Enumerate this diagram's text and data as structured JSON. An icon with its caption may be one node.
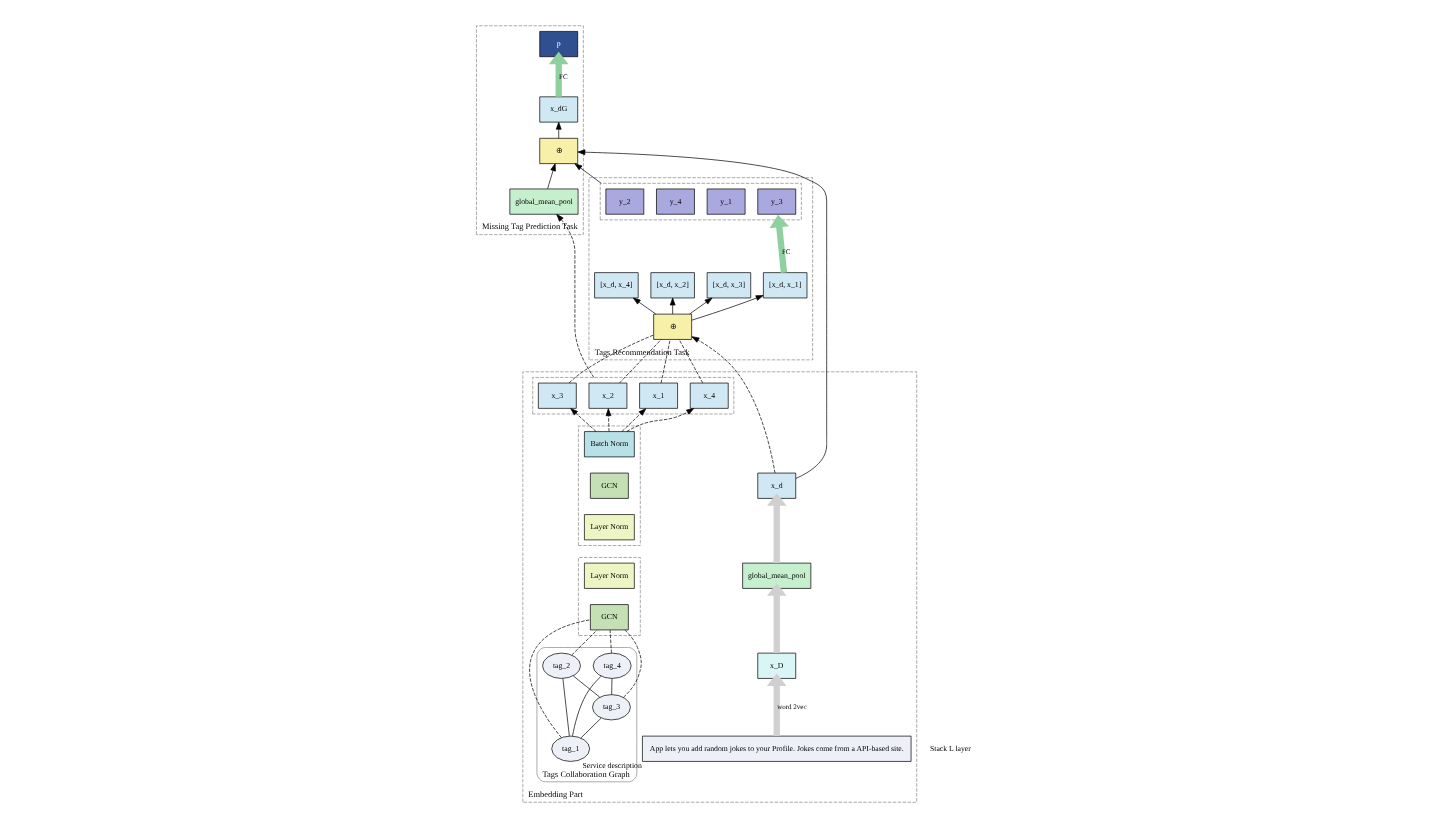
{
  "diagram": {
    "nodes": [
      {
        "text": [
          "Tags Recommendation Task"
        ]
      },
      {
        "text": [],
        "shape": "box",
        "in": 0
      },
      {
        "text": [
          "y_3"
        ],
        "in": 1
      },
      {
        "text": [
          "y_1"
        ],
        "in": 1
      },
      {
        "text": [
          "y_4"
        ],
        "in": 1
      },
      {
        "text": [
          "y_2"
        ],
        "in": 1
      },
      {
        "text": [
          "[x_d, x_3]"
        ],
        "in": 0
      },
      {
        "text": [
          "[x_d, x_1]"
        ],
        "in": 0
      },
      {
        "text": [
          "[x_d, x_4]"
        ],
        "in": 0
      },
      {
        "text": [
          "[x_d, x_2]"
        ],
        "in": 0
      },
      {
        "text": [
          "⊕"
        ],
        "in": 0
      },
      {
        "text": [
          "Missing Tag Prediction Task"
        ]
      },
      {
        "text": [
          "p"
        ],
        "in": 11
      },
      {
        "text": [
          "x_dG"
        ],
        "in": 11
      },
      {
        "text": [
          "⊕"
        ],
        "in": 11
      },
      {
        "text": [
          "global_mean_pool"
        ],
        "in": 11
      },
      {
        "text": [
          "Embedding Part"
        ]
      },
      {
        "text": [],
        "shape": "box",
        "in": 16
      },
      {
        "text": [
          "x_3"
        ],
        "in": 17
      },
      {
        "text": [
          "x_1"
        ],
        "in": 17
      },
      {
        "text": [
          "x_4"
        ],
        "in": 17
      },
      {
        "text": [
          "x_2"
        ],
        "in": 17
      },
      {
        "text": [],
        "shape": "box",
        "in": 16
      },
      {
        "text": [
          "Batch Norm"
        ],
        "in": 22
      },
      {
        "text": [
          "GCN"
        ],
        "in": 22
      },
      {
        "text": [
          "Layer Norm"
        ],
        "in": 22
      },
      {
        "text": [],
        "shape": "box",
        "in": 16
      },
      {
        "text": [
          "Layer Norm"
        ],
        "in": 26
      },
      {
        "text": [
          "GCN"
        ],
        "in": 26
      },
      {
        "text": [
          "Tags Collaboration Graph"
        ],
        "in": 16
      },
      {
        "text": [
          "tag_1"
        ],
        "in": 29
      },
      {
        "text": [
          "tag_2"
        ],
        "in": 29
      },
      {
        "text": [
          "tag_3"
        ],
        "in": 29
      },
      {
        "text": [
          "tag_4"
        ],
        "in": 29
      },
      {
        "text": [
          "x_d"
        ],
        "in": 16
      },
      {
        "text": [
          "global_mean_pool"
        ],
        "in": 16
      },
      {
        "text": [
          "x_D"
        ],
        "in": 16
      },
      {
        "text": [
          "App lets you add random jokes to your Profile. Jokes come from a API-based site."
        ],
        "beside": [
          "Service description"
        ],
        "in": 16
      }
    ],
    "edges": [
      {
        "from": 7,
        "to": 1,
        "arrow": "to",
        "label": "FC",
        "style": "thick",
        "color": "#8fd19e"
      },
      {
        "from": 10,
        "to": 6,
        "arrow": "to"
      },
      {
        "from": 10,
        "to": 7,
        "arrow": "to"
      },
      {
        "from": 10,
        "to": 8,
        "arrow": "to"
      },
      {
        "from": 10,
        "to": 9,
        "arrow": "to"
      },
      {
        "from": 18,
        "to": 10,
        "arrow": "none",
        "style": "dashed"
      },
      {
        "from": 19,
        "to": 10,
        "arrow": "none",
        "style": "dashed"
      },
      {
        "from": 20,
        "to": 10,
        "arrow": "none",
        "style": "dashed"
      },
      {
        "from": 21,
        "to": 10,
        "arrow": "none",
        "style": "dashed"
      },
      {
        "from": 23,
        "to": 18,
        "arrow": "to",
        "style": "dashed"
      },
      {
        "from": 23,
        "to": 19,
        "arrow": "to",
        "style": "dashed"
      },
      {
        "from": 23,
        "to": 20,
        "arrow": "to",
        "style": "dashed"
      },
      {
        "from": 23,
        "to": 21,
        "arrow": "to",
        "style": "dashed"
      },
      {
        "from": 30,
        "to": 28,
        "arrow": "none",
        "style": "dashed"
      },
      {
        "from": 31,
        "to": 28,
        "arrow": "none",
        "style": "dashed"
      },
      {
        "from": 32,
        "to": 28,
        "arrow": "none",
        "style": "dashed"
      },
      {
        "from": 33,
        "to": 28,
        "arrow": "none",
        "style": "dashed"
      },
      {
        "from": 30,
        "to": 31,
        "arrow": "none"
      },
      {
        "from": 30,
        "to": 32,
        "arrow": "none"
      },
      {
        "from": 30,
        "to": 33,
        "arrow": "none"
      },
      {
        "from": 32,
        "to": 31,
        "arrow": "none"
      },
      {
        "from": 32,
        "to": 33,
        "arrow": "none"
      },
      {
        "from": 1,
        "to": 14,
        "arrow": "to"
      },
      {
        "from": 34,
        "to": 10,
        "arrow": "to",
        "style": "dashed"
      },
      {
        "from": 17,
        "to": 15,
        "arrow": "to",
        "style": "dashed"
      },
      {
        "from": 15,
        "to": 14,
        "arrow": "to"
      },
      {
        "from": 34,
        "to": 14,
        "arrow": "to"
      },
      {
        "from": 14,
        "to": 13,
        "arrow": "to"
      },
      {
        "from": 13,
        "to": 12,
        "arrow": "to",
        "label": "FC",
        "style": "thick",
        "color": "#8fd19e"
      },
      {
        "from": 35,
        "to": 34,
        "arrow": "to",
        "style": "thick",
        "color": "#d0d0d0"
      },
      {
        "from": 36,
        "to": 35,
        "arrow": "to",
        "style": "thick",
        "color": "#d0d0d0"
      },
      {
        "from": 37,
        "to": 36,
        "arrow": "to",
        "label": "word 2vec",
        "style": "thick",
        "color": "#d0d0d0"
      }
    ],
    "labels": [
      "Stack L layer"
    ]
  }
}
